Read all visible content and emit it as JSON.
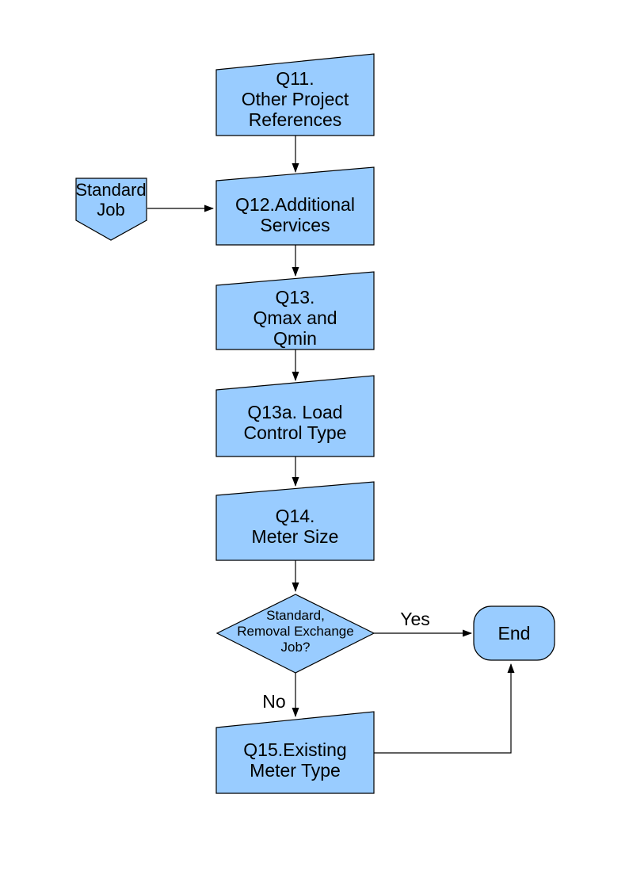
{
  "colors": {
    "node_fill": "#99CCFF",
    "node_border": "#000000",
    "connector": "#000000",
    "text": "#000000"
  },
  "nodes": {
    "q11": {
      "label": "Q11.\nOther Project\nReferences"
    },
    "standard_job": {
      "label": "Standard\nJob"
    },
    "q12": {
      "label": "Q12.Additional\nServices"
    },
    "q13": {
      "label": "Q13.\nQmax and\nQmin"
    },
    "q13a": {
      "label": "Q13a. Load\nControl Type"
    },
    "q14": {
      "label": "Q14.\nMeter Size"
    },
    "decision": {
      "label": "Standard,\nRemoval Exchange\nJob?"
    },
    "end": {
      "label": "End"
    },
    "q15": {
      "label": "Q15.Existing\nMeter Type"
    }
  },
  "edge_labels": {
    "yes": "Yes",
    "no": "No"
  }
}
